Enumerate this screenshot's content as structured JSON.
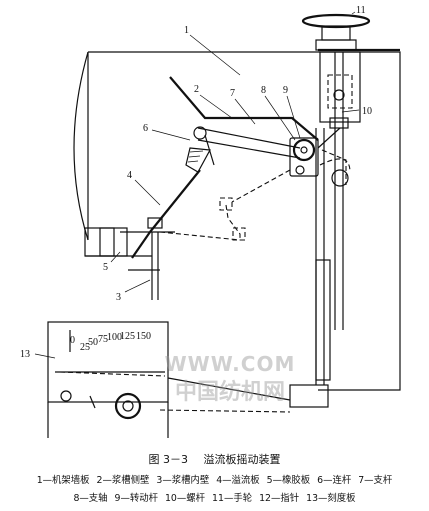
{
  "figure": {
    "callouts": [
      "1",
      "2",
      "3",
      "4",
      "5",
      "6",
      "7",
      "8",
      "9",
      "10",
      "11",
      "13"
    ],
    "scale_ticks": [
      "0",
      "25",
      "50",
      "75",
      "100",
      "125",
      "150"
    ]
  },
  "caption": {
    "number": "图 3－3",
    "title": "溢流板摇动装置"
  },
  "legend": {
    "row1": [
      "1—机架墙板",
      "2—浆槽侧壁",
      "3—浆槽内壁",
      "4—溢流板",
      "5—橡胶板",
      "6—连杆",
      "7—支杆"
    ],
    "row2": [
      "8—支轴",
      "9—转动杆",
      "10—螺杆",
      "11—手轮",
      "12—指针",
      "13—刻度板"
    ]
  },
  "watermark": {
    "line1": "WWW.COM",
    "line2": "中国纺机网"
  }
}
